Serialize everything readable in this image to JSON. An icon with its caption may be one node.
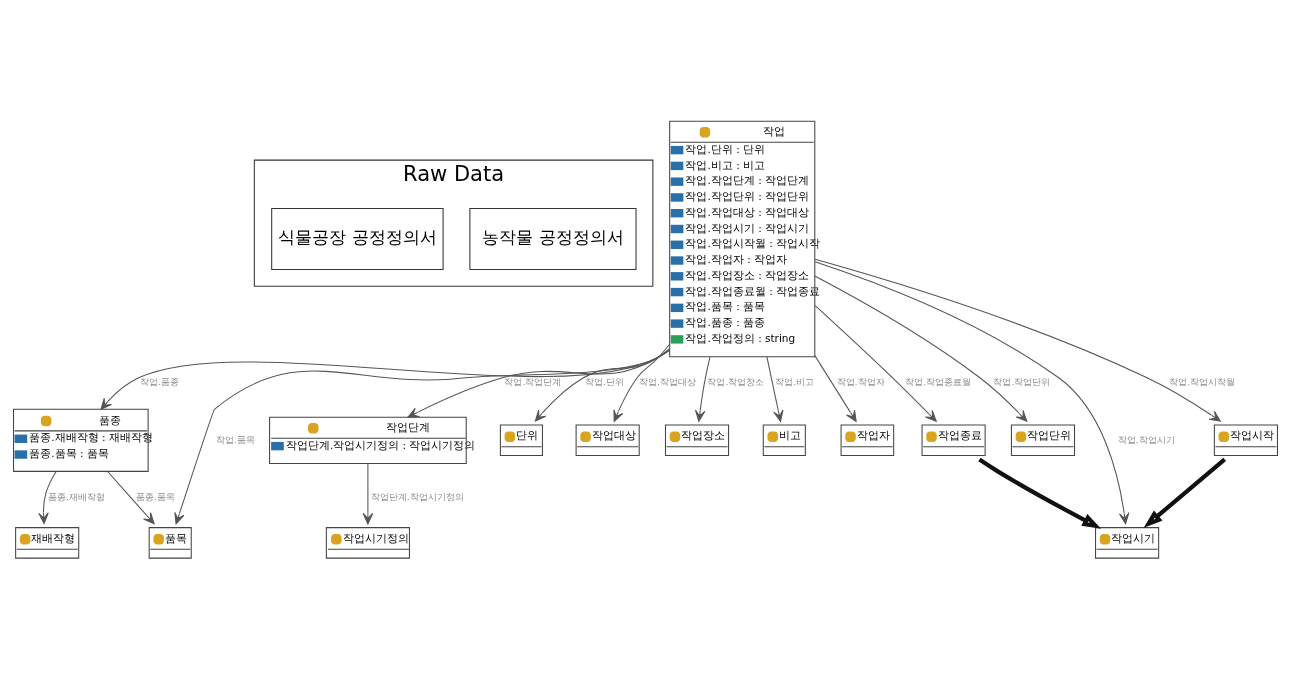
{
  "diagram": {
    "nodes": [
      {
        "text": [
          "Raw Data"
        ]
      },
      {
        "text": [
          "농작물 공정정의서"
        ],
        "in": 0
      },
      {
        "text": [
          "식물공장 공정정의서"
        ],
        "in": 0
      },
      {
        "text": [
          "재배작형"
        ]
      },
      {
        "text": [
          "품종",
          "품종.재배작형 : 재배작형",
          "품종.품목 : 품목"
        ]
      },
      {
        "text": [
          "품목"
        ]
      },
      {
        "text": [
          "작업시기정의"
        ]
      },
      {
        "text": [
          "작업단계",
          "작업단계.작업시기정의 : 작업시기정의"
        ]
      },
      {
        "text": [
          "작업",
          "작업.단위 : 단위",
          "작업.비고 : 비고",
          "작업.작업단계 : 작업단계",
          "작업.작업단위 : 작업단위",
          "작업.작업대상 : 작업대상",
          "작업.작업시기 : 작업시기",
          "작업.작업시작월 : 작업시작",
          "작업.작업자 : 작업자",
          "작업.작업장소 : 작업장소",
          "작업.작업종료월 : 작업종료",
          "작업.품목 : 품목",
          "작업.품종 : 품종",
          "작업.작업정의 : string"
        ]
      },
      {
        "text": [
          "단위"
        ]
      },
      {
        "text": [
          "작업대상"
        ]
      },
      {
        "text": [
          "작업장소"
        ]
      },
      {
        "text": [
          "비고"
        ]
      },
      {
        "text": [
          "작업자"
        ]
      },
      {
        "text": [
          "작업종료"
        ]
      },
      {
        "text": [
          "작업단위"
        ]
      },
      {
        "text": [
          "작업시기"
        ]
      },
      {
        "text": [
          "작업시작"
        ]
      }
    ],
    "edges": [
      {
        "from": 4,
        "to": 3,
        "arrow": "to",
        "label": "품종.재배작형"
      },
      {
        "from": 4,
        "to": 5,
        "arrow": "to",
        "label": "품종.품목"
      },
      {
        "from": 8,
        "to": 5,
        "arrow": "to",
        "label": "작업.품목"
      },
      {
        "from": 8,
        "to": 4,
        "arrow": "to",
        "label": "작업.품종"
      },
      {
        "from": 7,
        "to": 6,
        "arrow": "to",
        "label": "작업단계.작업시기정의"
      },
      {
        "from": 8,
        "to": 7,
        "arrow": "to",
        "label": "작업.작업단계"
      },
      {
        "from": 8,
        "to": 9,
        "arrow": "to",
        "label": "작업.단위"
      },
      {
        "from": 8,
        "to": 10,
        "arrow": "to",
        "label": "작업.작업대상"
      },
      {
        "from": 8,
        "to": 11,
        "arrow": "to",
        "label": "작업.작업장소"
      },
      {
        "from": 8,
        "to": 12,
        "arrow": "to",
        "label": "작업.비고"
      },
      {
        "from": 8,
        "to": 13,
        "arrow": "to",
        "label": "작업.작업자"
      },
      {
        "from": 8,
        "to": 14,
        "arrow": "to",
        "label": "작업.작업종료월"
      },
      {
        "from": 8,
        "to": 15,
        "arrow": "to",
        "label": "작업.작업단위"
      },
      {
        "from": 8,
        "to": 16,
        "arrow": "to",
        "label": "작업.작업시기"
      },
      {
        "from": 8,
        "to": 17,
        "arrow": "to",
        "label": "작업.작업시작월"
      },
      {
        "from": 14,
        "to": 16,
        "arrow": "to",
        "style": "thick"
      },
      {
        "from": 17,
        "to": 16,
        "arrow": "to",
        "style": "thick"
      }
    ]
  }
}
